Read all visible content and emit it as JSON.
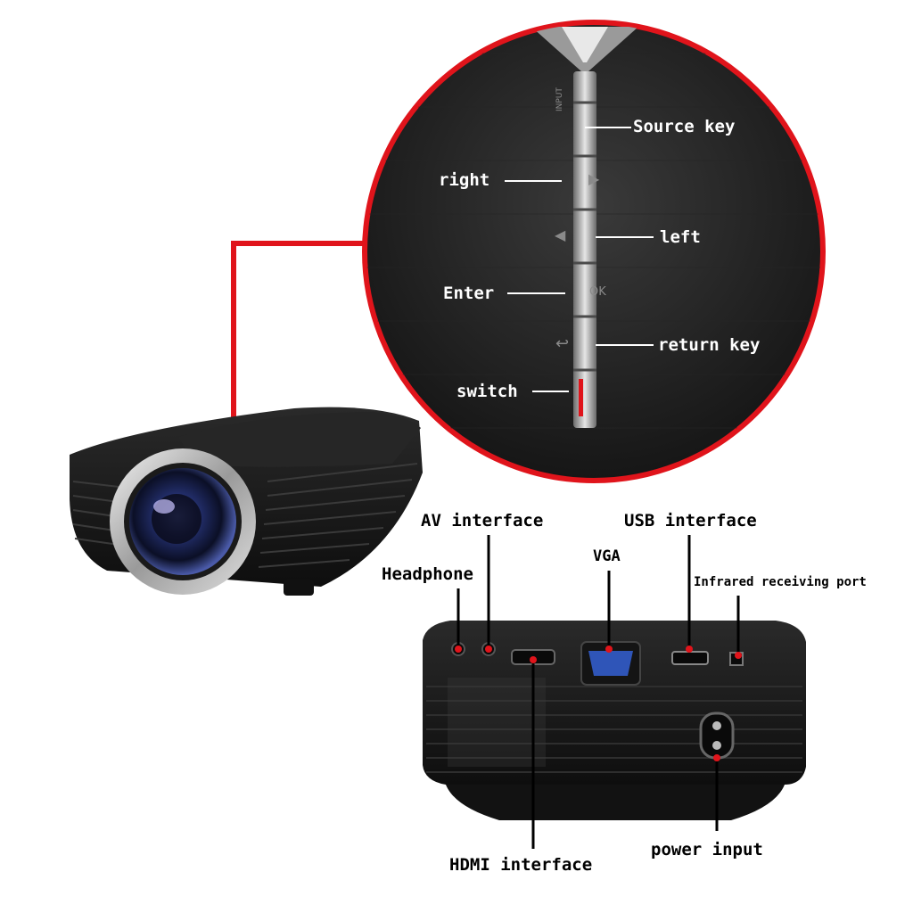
{
  "panel_keys": {
    "input_marking": "INPUT",
    "ok_marking": "OK",
    "right_arrow_glyph": "▶",
    "left_arrow_glyph": "◀",
    "return_glyph": "↩"
  },
  "callouts": {
    "source_key": "Source key",
    "right": "right",
    "left": "left",
    "enter": "Enter",
    "return_key": "return key",
    "switch": "switch",
    "av_interface": "AV interface",
    "usb_interface": "USB interface",
    "vga": "VGA",
    "headphone": "Headphone",
    "infrared_port": "Infrared receiving port",
    "hdmi_interface": "HDMI interface",
    "power_input": "power input"
  },
  "colors": {
    "accent_red": "#e0141b",
    "device_body": "#1c1c1c",
    "lens_ring": "#c8c8c8",
    "vga_blue": "#2f55b8",
    "background": "#ffffff"
  }
}
